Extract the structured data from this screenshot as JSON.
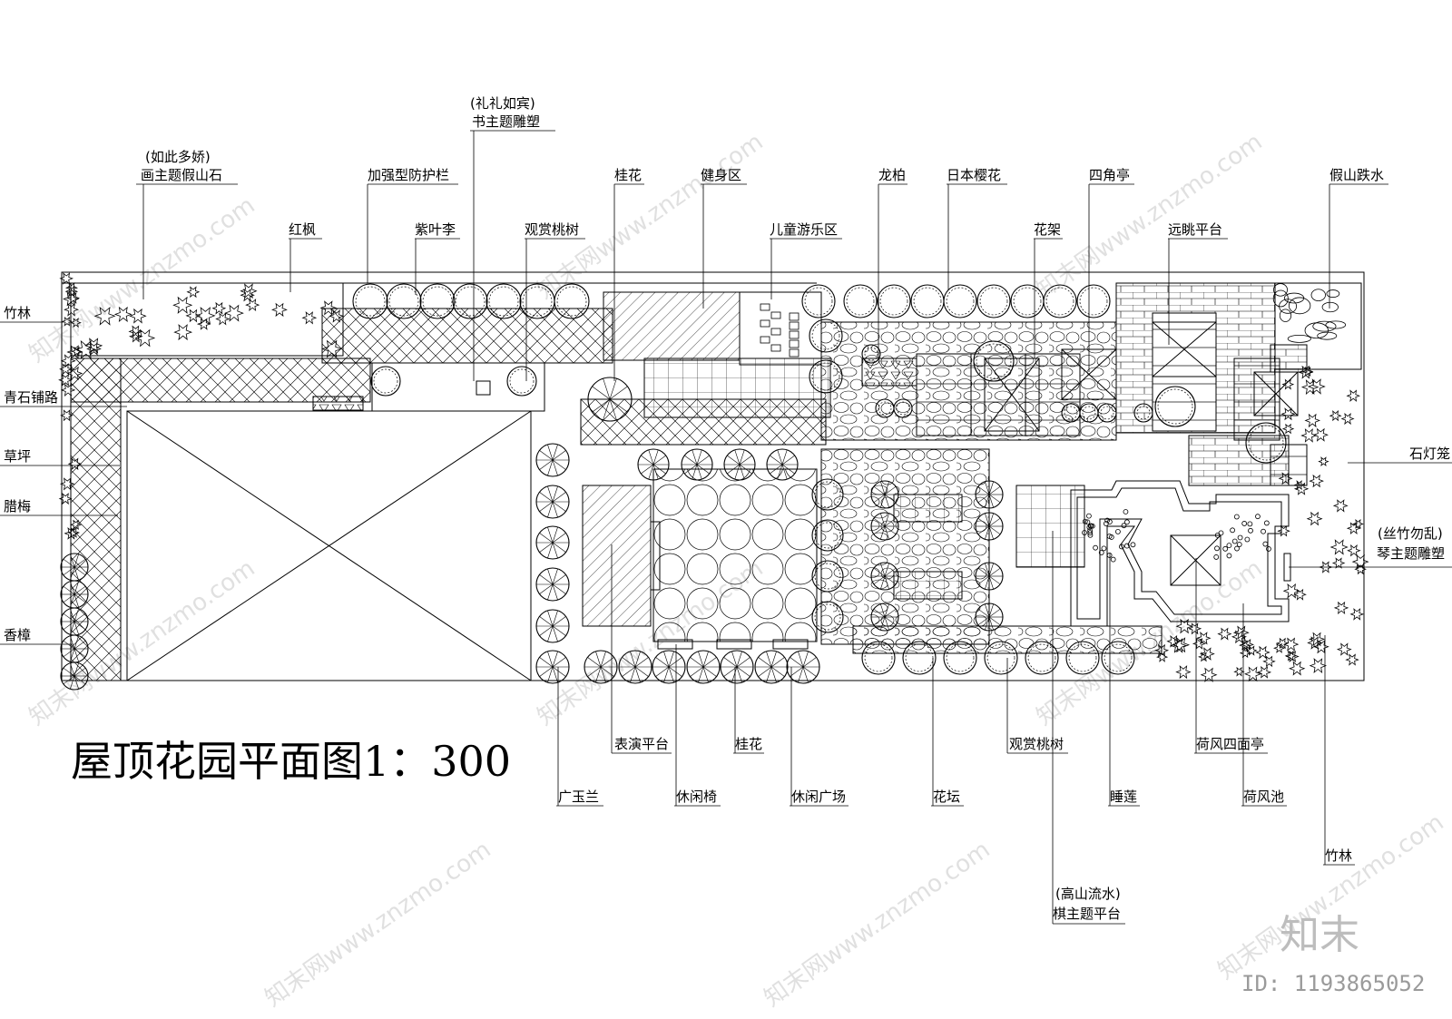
{
  "title": "屋顶花园平面图1：300",
  "watermark": {
    "text": "知末网www.znzmo.com",
    "brand": "知末",
    "id": "ID: 1193865052"
  },
  "labels": {
    "top": [
      "(如此多娇)",
      "画主题假山石",
      "(礼礼如宾)",
      "书主题雕塑",
      "加强型防护栏",
      "红枫",
      "紫叶李",
      "观赏桃树",
      "桂花",
      "健身区",
      "儿童游乐区",
      "龙柏",
      "日本樱花",
      "四角亭",
      "花架",
      "远眺平台",
      "假山跌水"
    ],
    "left": [
      "竹林",
      "青石铺路",
      "草坪",
      "腊梅",
      "香樟"
    ],
    "right": [
      "石灯笼",
      "(丝竹勿乱)",
      "琴主题雕塑"
    ],
    "bottom": [
      "表演平台",
      "桂花",
      "观赏桃树",
      "荷风四面亭",
      "广玉兰",
      "休闲椅",
      "休闲广场",
      "花坛",
      "睡莲",
      "荷风池",
      "竹林",
      "(高山流水)",
      "棋主题平台"
    ]
  },
  "colors": {
    "line": "#000000",
    "background": "#ffffff",
    "watermark": "#c8c8c8"
  }
}
